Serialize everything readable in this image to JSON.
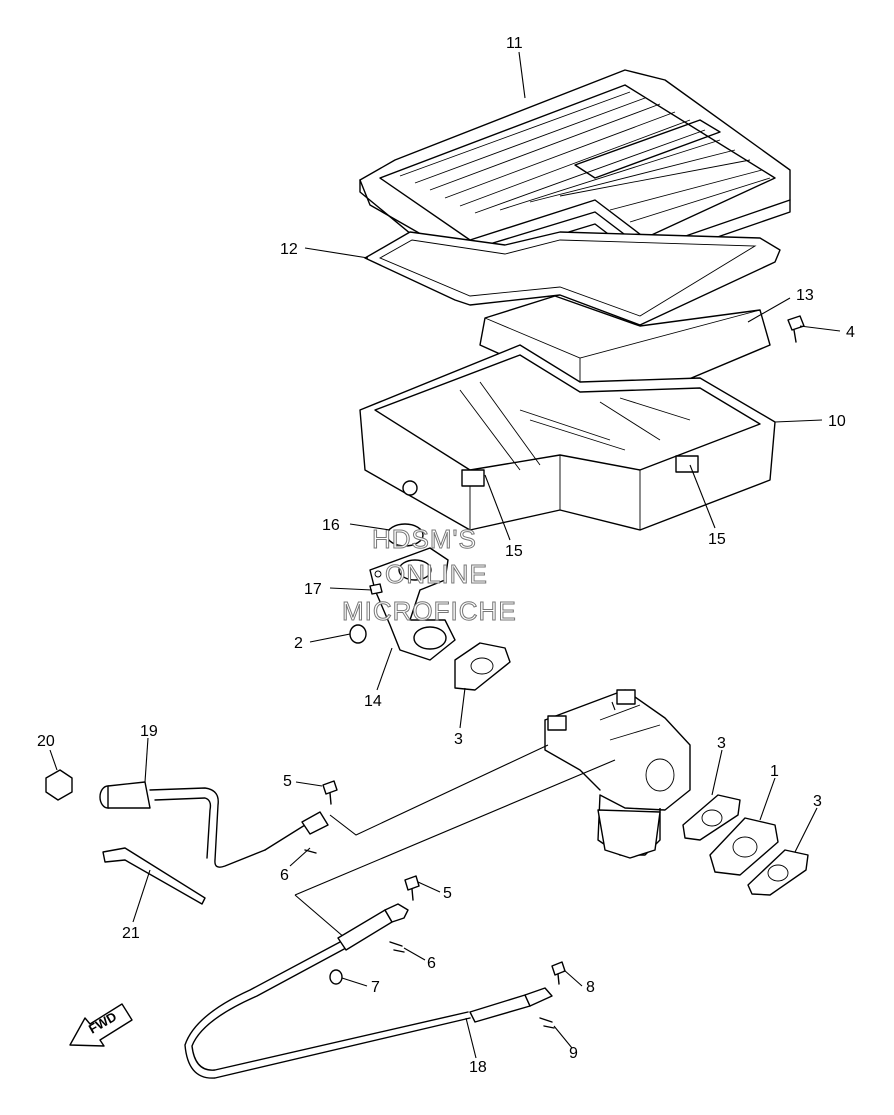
{
  "diagram": {
    "callouts": [
      {
        "id": "c11",
        "label": "11"
      },
      {
        "id": "c12",
        "label": "12"
      },
      {
        "id": "c13",
        "label": "13"
      },
      {
        "id": "c4",
        "label": "4"
      },
      {
        "id": "c10",
        "label": "10"
      },
      {
        "id": "c16",
        "label": "16"
      },
      {
        "id": "c15a",
        "label": "15"
      },
      {
        "id": "c15b",
        "label": "15"
      },
      {
        "id": "c17",
        "label": "17"
      },
      {
        "id": "c2",
        "label": "2"
      },
      {
        "id": "c14",
        "label": "14"
      },
      {
        "id": "c3a",
        "label": "3"
      },
      {
        "id": "c3b",
        "label": "3"
      },
      {
        "id": "c1",
        "label": "1"
      },
      {
        "id": "c3c",
        "label": "3"
      },
      {
        "id": "c20",
        "label": "20"
      },
      {
        "id": "c19",
        "label": "19"
      },
      {
        "id": "c5a",
        "label": "5"
      },
      {
        "id": "c6a",
        "label": "6"
      },
      {
        "id": "c21",
        "label": "21"
      },
      {
        "id": "c5b",
        "label": "5"
      },
      {
        "id": "c6b",
        "label": "6"
      },
      {
        "id": "c7",
        "label": "7"
      },
      {
        "id": "c8",
        "label": "8"
      },
      {
        "id": "c9",
        "label": "9"
      },
      {
        "id": "c18",
        "label": "18"
      }
    ],
    "watermark": [
      "HDSM'S",
      "ONLINE",
      "MICROFICHE"
    ],
    "direction_arrow": "FWD"
  }
}
